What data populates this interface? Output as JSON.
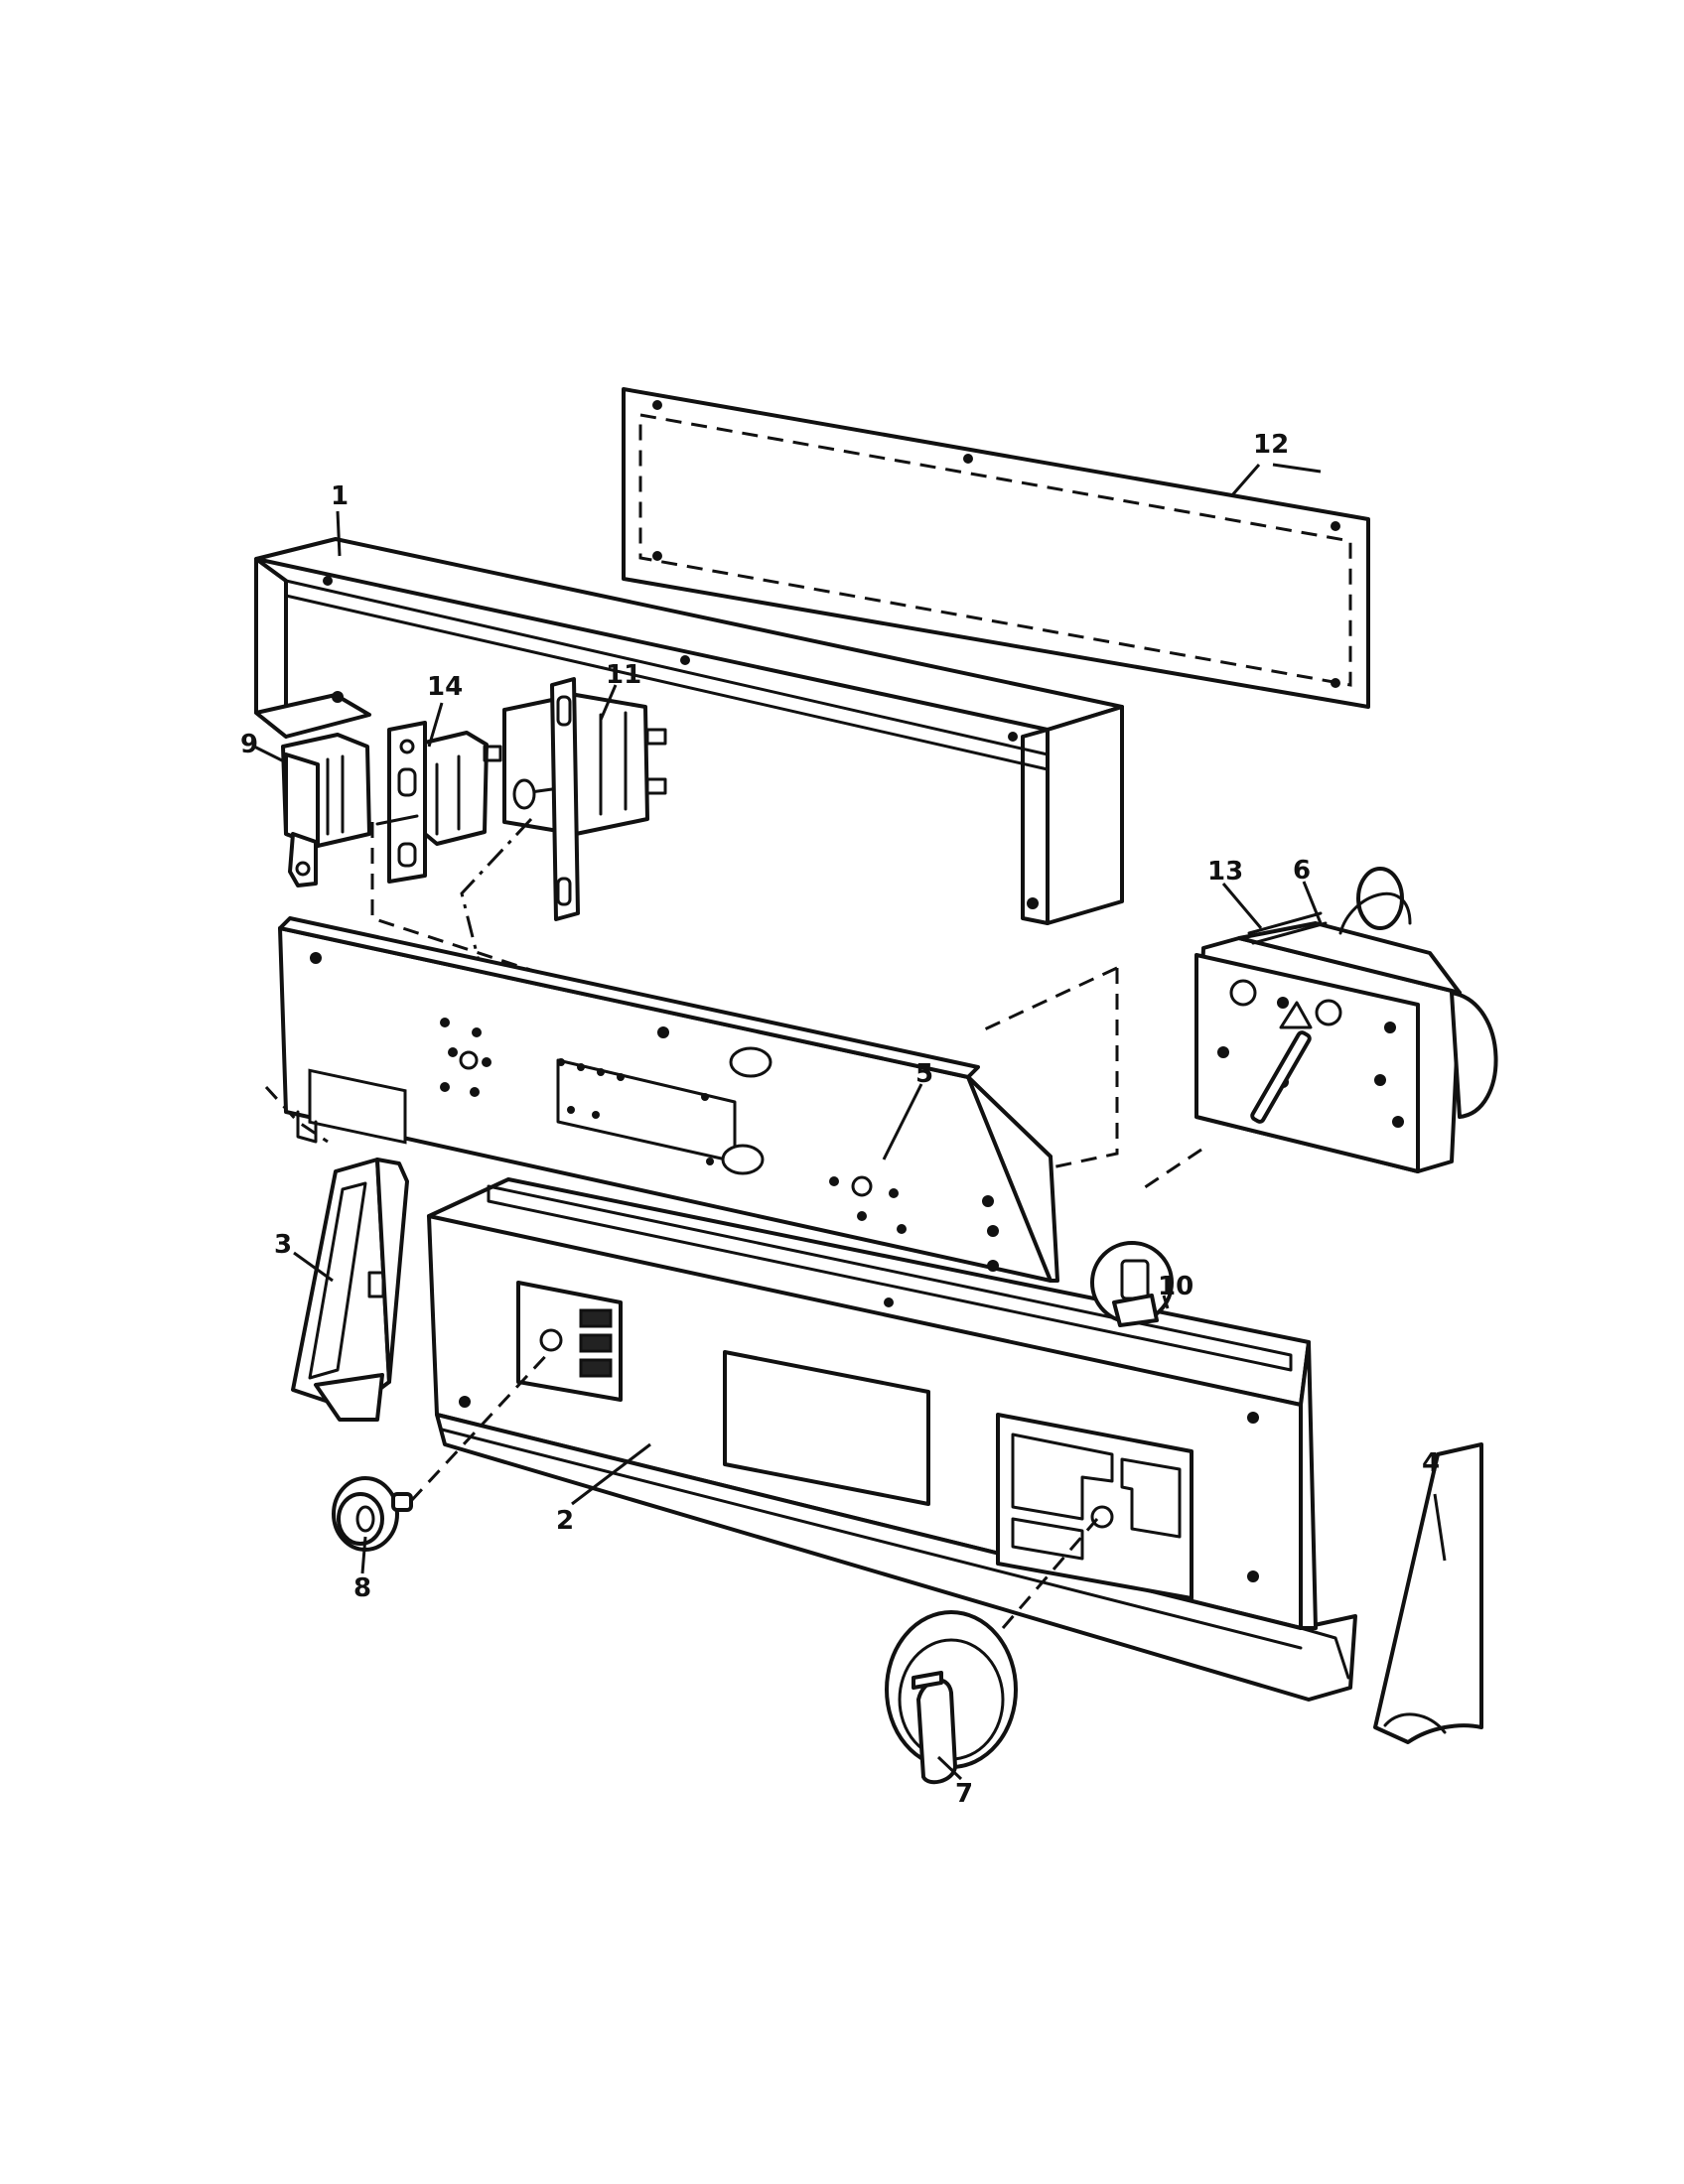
{
  "diagram": {
    "type": "exploded-parts-view",
    "callouts": [
      {
        "id": "1",
        "label": "1"
      },
      {
        "id": "2",
        "label": "2"
      },
      {
        "id": "3",
        "label": "3"
      },
      {
        "id": "4",
        "label": "4"
      },
      {
        "id": "5",
        "label": "5"
      },
      {
        "id": "6",
        "label": "6"
      },
      {
        "id": "7",
        "label": "7"
      },
      {
        "id": "8",
        "label": "8"
      },
      {
        "id": "9",
        "label": "9"
      },
      {
        "id": "10",
        "label": "10"
      },
      {
        "id": "11",
        "label": "11"
      },
      {
        "id": "12",
        "label": "12"
      },
      {
        "id": "13",
        "label": "13"
      },
      {
        "id": "14",
        "label": "14"
      }
    ]
  }
}
